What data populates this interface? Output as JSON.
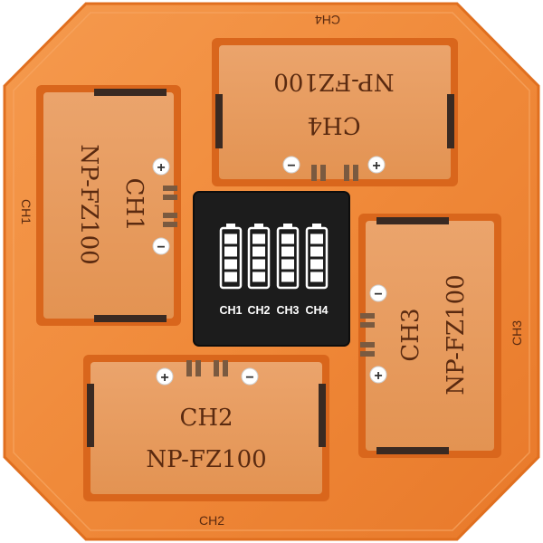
{
  "edge_labels": {
    "top": "CH4",
    "left": "CH1",
    "right": "CH3",
    "bottom": "CH2"
  },
  "slots": [
    {
      "channel": "CH1",
      "model": "NP-FZ100"
    },
    {
      "channel": "CH2",
      "model": "NP-FZ100"
    },
    {
      "channel": "CH3",
      "model": "NP-FZ100"
    },
    {
      "channel": "CH4",
      "model": "NP-FZ100"
    }
  ],
  "polarity": {
    "plus": "+",
    "minus": "−"
  },
  "display": {
    "labels": [
      "CH1",
      "CH2",
      "CH3",
      "CH4"
    ],
    "battery_fill_levels": [
      1,
      1,
      1,
      1
    ]
  },
  "colors": {
    "body": "#f08a3a",
    "body_edge": "#e06f1f",
    "slot": "#e9a066",
    "slot_border": "#d9661c",
    "label": "#5a2a10",
    "display_bg": "#1c1c1c",
    "display_fg": "#ffffff"
  }
}
